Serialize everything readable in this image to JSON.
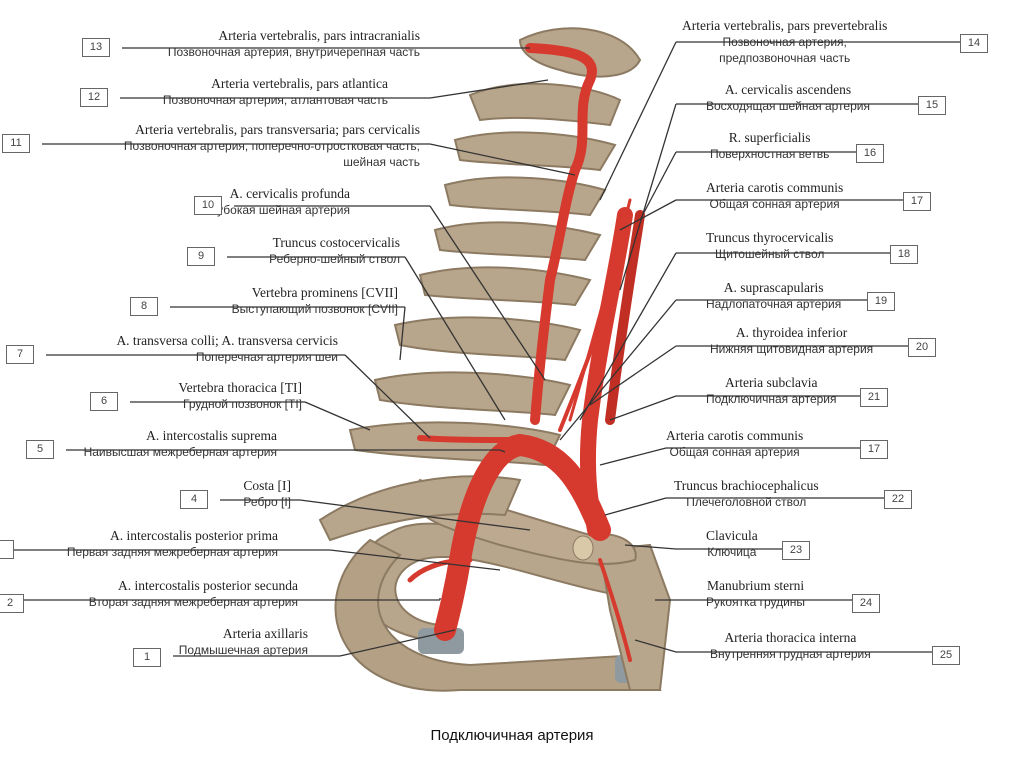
{
  "caption": "Подключичная артерия",
  "colors": {
    "artery": "#d63a2e",
    "artery_dark": "#a52219",
    "bone": "#b8a68c",
    "bone_dark": "#8c7a62",
    "cartilage": "#8f9aa0",
    "line": "#333333"
  },
  "labels": [
    {
      "num": "13",
      "la": "Arteria vertebralis, pars intracranialis",
      "ru": "Позвоночная артерия, внутричерепная часть"
    },
    {
      "num": "12",
      "la": "Arteria vertebralis, pars atlantica",
      "ru": "Позвоночная артерия, атлантовая часть"
    },
    {
      "num": "11",
      "la": "Arteria vertebralis, pars transversaria; pars cervicalis",
      "ru": "Позвоночная артерия, поперечно-отростковая часть;",
      "ru2": "шейная часть"
    },
    {
      "num": "10",
      "la": "A. cervicalis profunda",
      "ru": "Глубокая шейная артерия"
    },
    {
      "num": "9",
      "la": "Truncus costocervicalis",
      "ru": "Реберно-шейный ствол"
    },
    {
      "num": "8",
      "la": "Vertebra prominens [CVII]",
      "ru": "Выступающий позвонок [CVII]"
    },
    {
      "num": "7",
      "la": "A. transversa colli; A. transversa cervicis",
      "ru": "Поперечная артерия шеи"
    },
    {
      "num": "6",
      "la": "Vertebra thoracica [TI]",
      "ru": "Грудной позвонок [TI]"
    },
    {
      "num": "5",
      "la": "A. intercostalis suprema",
      "ru": "Наивысшая межреберная артерия"
    },
    {
      "num": "4",
      "la": "Costa [I]",
      "ru": "Ребро [I]"
    },
    {
      "num": "",
      "la": "A. intercostalis posterior prima",
      "ru": "Первая задняя межреберная артерия"
    },
    {
      "num": "2",
      "la": "A. intercostalis posterior secunda",
      "ru": "Вторая задняя межреберная артерия"
    },
    {
      "num": "1",
      "la": "Arteria axillaris",
      "ru": "Подмышечная артерия"
    },
    {
      "num": "14",
      "la": "Arteria vertebralis, pars prevertebralis",
      "ru": "Позвоночная артерия,",
      "ru2": "предпозвоночная часть"
    },
    {
      "num": "15",
      "la": "A. cervicalis ascendens",
      "ru": "Восходящая шейная артерия"
    },
    {
      "num": "16",
      "la": "R. superficialis",
      "ru": "Поверхностная ветвь"
    },
    {
      "num": "17",
      "la": "Arteria carotis communis",
      "ru": "Общая сонная артерия"
    },
    {
      "num": "18",
      "la": "Truncus thyrocervicalis",
      "ru": "Щитошейный ствол"
    },
    {
      "num": "19",
      "la": "A. suprascapularis",
      "ru": "Надлопаточная артерия"
    },
    {
      "num": "20",
      "la": "A. thyroidea inferior",
      "ru": "Нижняя щитовидная артерия"
    },
    {
      "num": "21",
      "la": "Arteria subclavia",
      "ru": "Подключичная артерия"
    },
    {
      "num": "17",
      "la": "Arteria carotis communis",
      "ru": "Общая сонная артерия"
    },
    {
      "num": "22",
      "la": "Truncus brachiocephalicus",
      "ru": "Плечеголовной ствол"
    },
    {
      "num": "23",
      "la": "Clavicula",
      "ru": "Ключица"
    },
    {
      "num": "24",
      "la": "Manubrium sterni",
      "ru": "Рукоятка грудины"
    },
    {
      "num": "25",
      "la": "Arteria thoracica interna",
      "ru": "Внутренняя грудная артерия"
    }
  ]
}
